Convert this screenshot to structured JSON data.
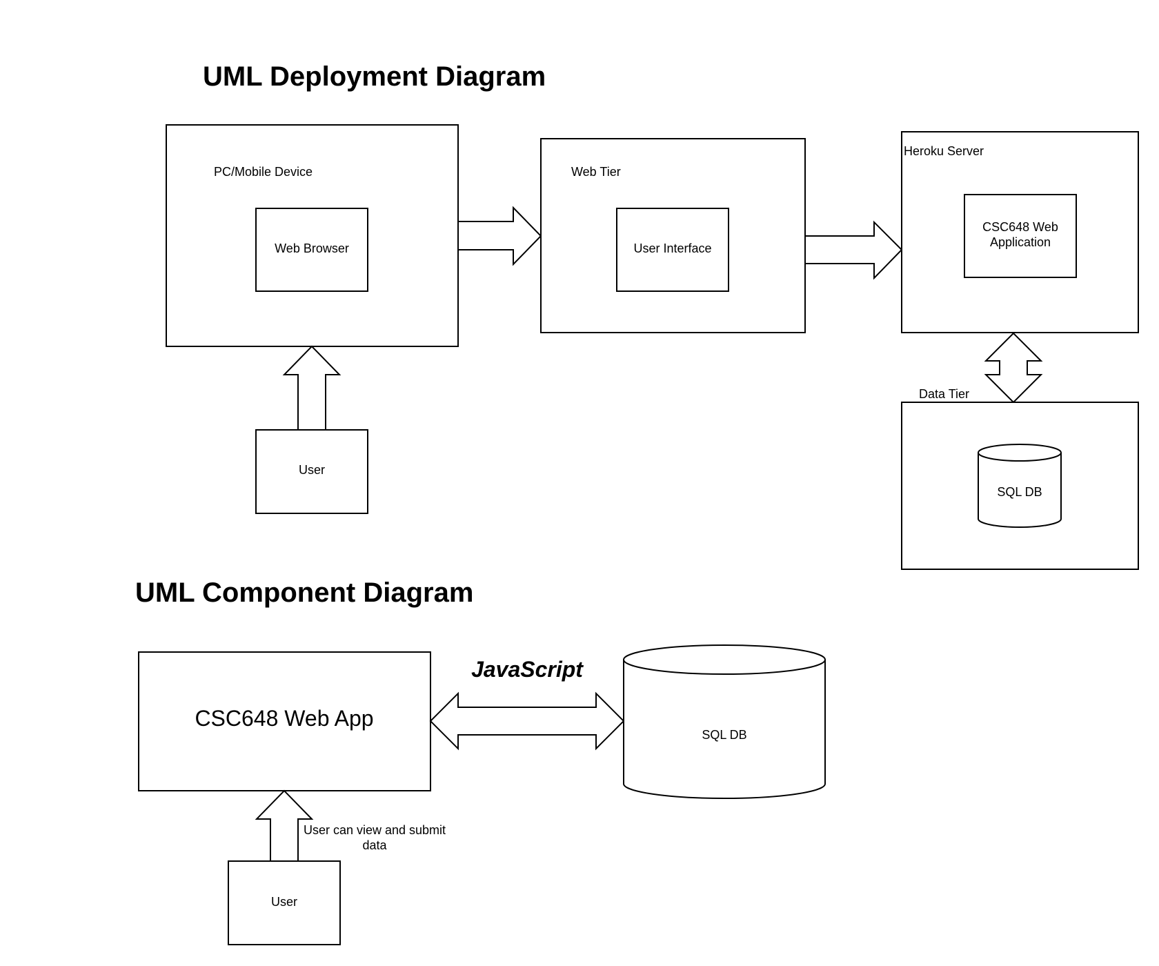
{
  "deployment": {
    "title": "UML Deployment Diagram",
    "device": {
      "label": "PC/Mobile Device",
      "inner": "Web Browser"
    },
    "web_tier": {
      "label": "Web Tier",
      "inner": "User Interface"
    },
    "server": {
      "label": "Heroku Server",
      "inner_line1": "CSC648 Web",
      "inner_line2": "Application"
    },
    "data_tier": {
      "label": "Data Tier",
      "db": "SQL DB"
    },
    "user": "User"
  },
  "component": {
    "title": "UML Component Diagram",
    "app": "CSC648 Web App",
    "connector": "JavaScript",
    "db": "SQL DB",
    "user": "User",
    "user_note_line1": "User can view and submit",
    "user_note_line2": "data"
  }
}
